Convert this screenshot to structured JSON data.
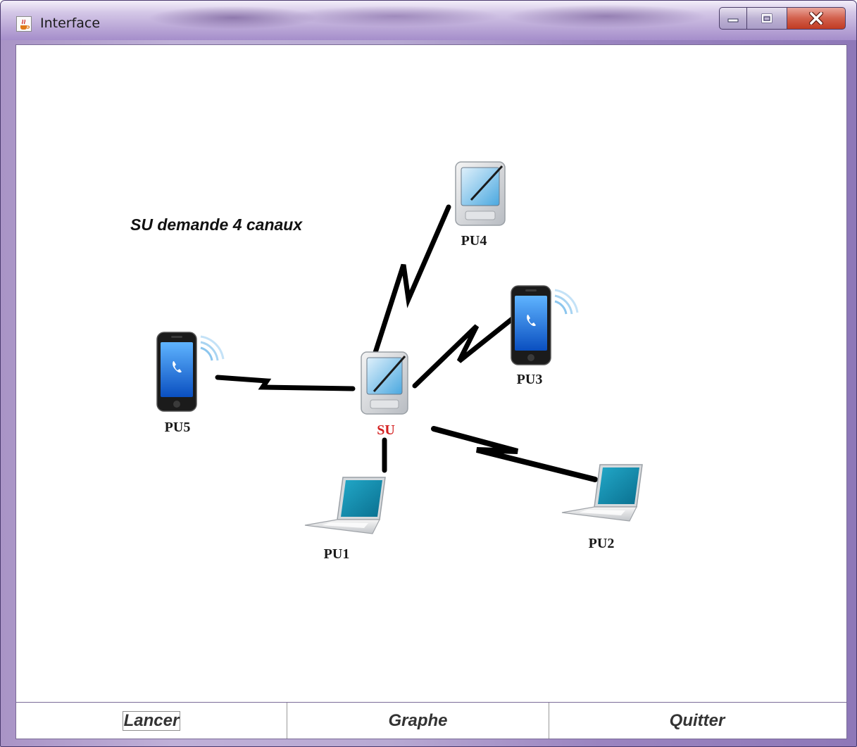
{
  "window": {
    "title": "Interface",
    "icon": "java-cup-icon",
    "controls": [
      "minimize-icon",
      "maximize-icon",
      "close-icon"
    ]
  },
  "status_text": "SU demande 4 canaux",
  "network": {
    "links_color": "#000000",
    "label_color": "#1a1a1a",
    "su_label_color": "#d42020",
    "nodes": [
      {
        "id": "SU",
        "label": "SU",
        "type": "pda-icon"
      },
      {
        "id": "PU1",
        "label": "PU1",
        "type": "laptop-icon"
      },
      {
        "id": "PU2",
        "label": "PU2",
        "type": "laptop-icon"
      },
      {
        "id": "PU3",
        "label": "PU3",
        "type": "smartphone-icon"
      },
      {
        "id": "PU4",
        "label": "PU4",
        "type": "pda-icon"
      },
      {
        "id": "PU5",
        "label": "PU5",
        "type": "smartphone-icon"
      }
    ],
    "links": [
      {
        "from": "SU",
        "to": "PU1"
      },
      {
        "from": "SU",
        "to": "PU2"
      },
      {
        "from": "SU",
        "to": "PU3"
      },
      {
        "from": "SU",
        "to": "PU4"
      },
      {
        "from": "SU",
        "to": "PU5"
      }
    ]
  },
  "buttons": {
    "lancer": "Lancer",
    "graphe": "Graphe",
    "quitter": "Quitter"
  }
}
